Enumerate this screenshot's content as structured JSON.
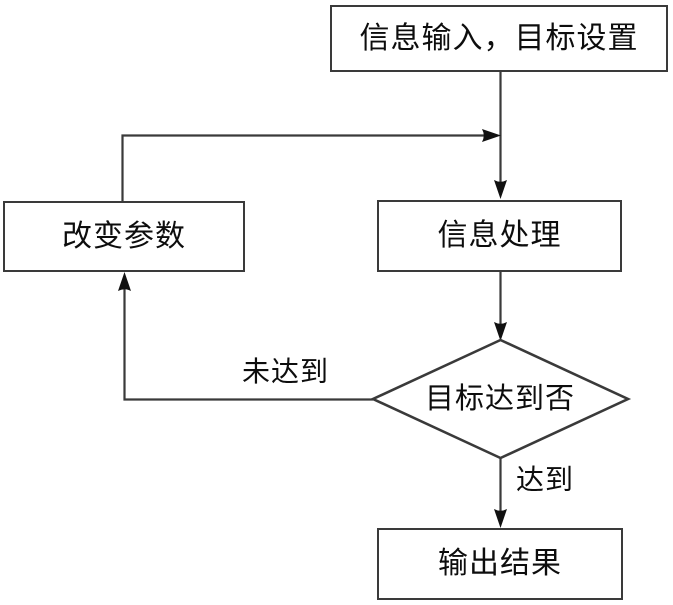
{
  "chart_data": {
    "type": "diagram",
    "diagram_type": "flowchart",
    "title": "",
    "language": "zh",
    "nodes": [
      {
        "id": "input",
        "shape": "rectangle",
        "label": "信息输入，目标设置"
      },
      {
        "id": "process",
        "shape": "rectangle",
        "label": "信息处理"
      },
      {
        "id": "change",
        "shape": "rectangle",
        "label": "改变参数"
      },
      {
        "id": "decision",
        "shape": "diamond",
        "label": "目标达到否"
      },
      {
        "id": "output",
        "shape": "rectangle",
        "label": "输出结果"
      }
    ],
    "edges": [
      {
        "from": "input",
        "to": "process",
        "label": ""
      },
      {
        "from": "process",
        "to": "decision",
        "label": ""
      },
      {
        "from": "decision",
        "to": "change",
        "label": "未达到"
      },
      {
        "from": "change",
        "to": "process",
        "label": ""
      },
      {
        "from": "decision",
        "to": "output",
        "label": "达到"
      }
    ],
    "colors": {
      "stroke": "#3a3a3a",
      "text": "#0d0d0d",
      "fill": "#ffffff",
      "background": "#ffffff"
    }
  },
  "nodes": {
    "input": "信息输入，目标设置",
    "process": "信息处理",
    "change": "改变参数",
    "decision": "目标达到否",
    "output": "输出结果"
  },
  "edge_labels": {
    "not_reached": "未达到",
    "reached": "达到"
  }
}
